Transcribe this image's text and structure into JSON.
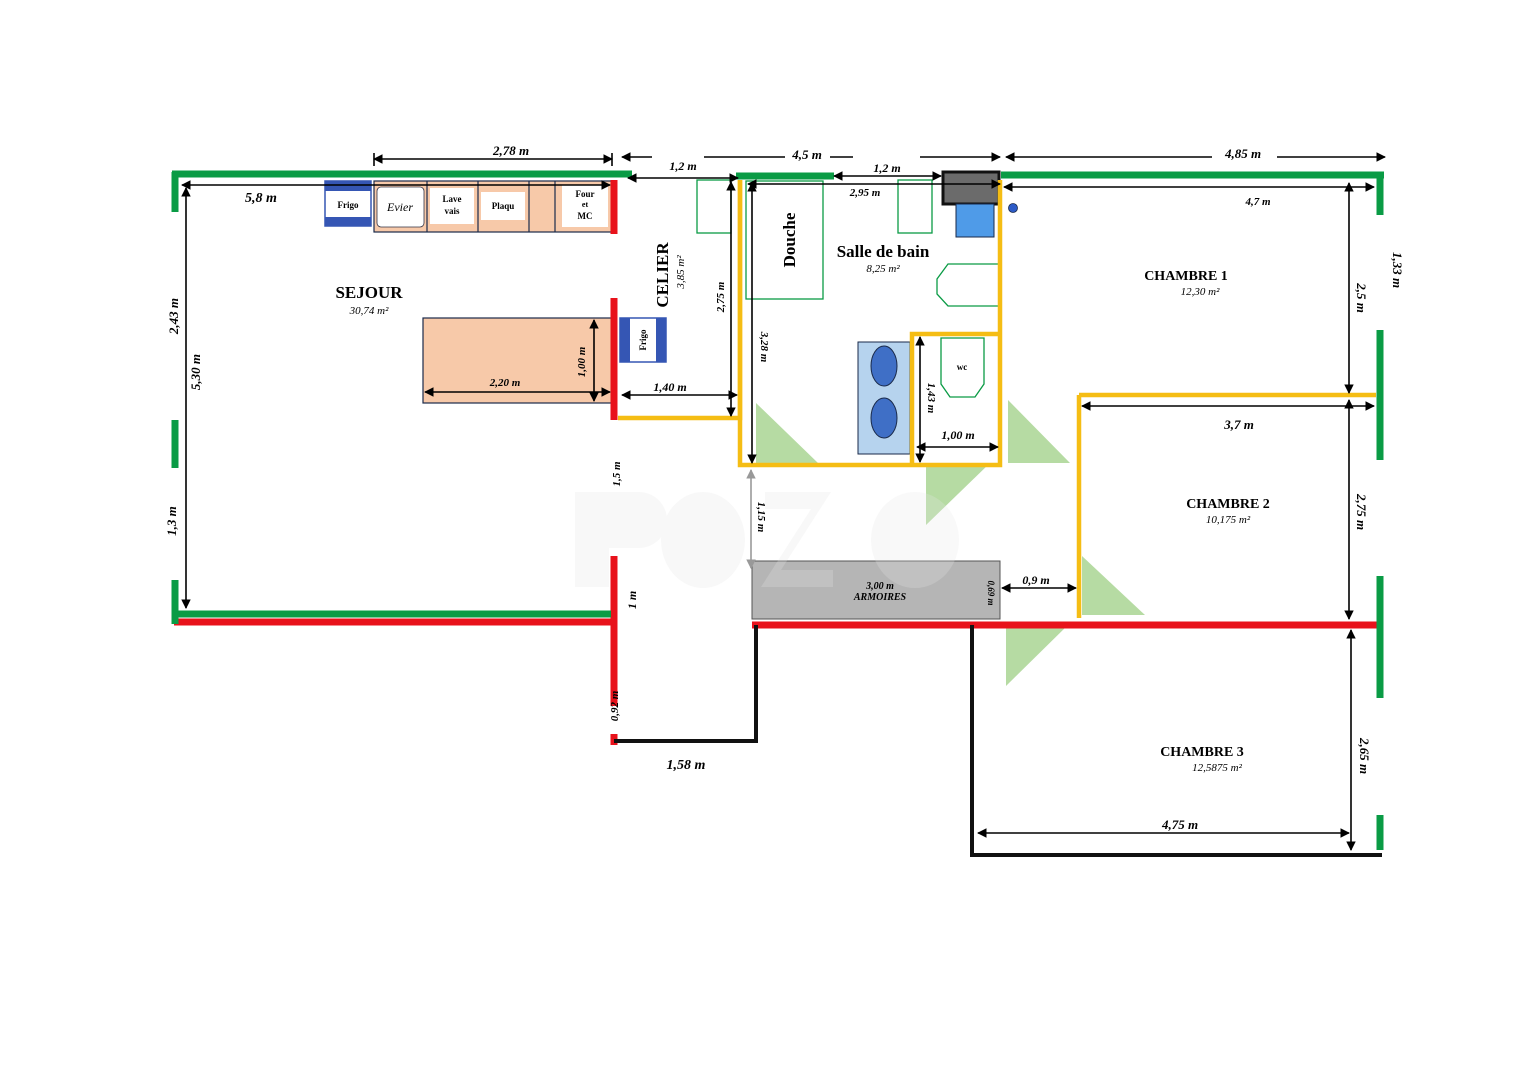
{
  "rooms": {
    "sejour": {
      "name": "SEJOUR",
      "area": "30,74 m²"
    },
    "celier": {
      "name": "CELIER",
      "area": "3,85 m²"
    },
    "salle_de_bain": {
      "name": "Salle de bain",
      "area": "8,25 m²"
    },
    "chambre1": {
      "name": "CHAMBRE 1",
      "area": "12,30 m²"
    },
    "chambre2": {
      "name": "CHAMBRE 2",
      "area": "10,175 m²"
    },
    "chambre3": {
      "name": "CHAMBRE 3",
      "area": "12,5875 m²"
    }
  },
  "fixtures": {
    "frigo_kitchen": "Frigo",
    "evier": "Evier",
    "lave_vais_1": "Lave",
    "lave_vais_2": "vais",
    "plaqu": "Plaqu",
    "four_1": "Four",
    "four_2": "et",
    "four_3": "MC",
    "frigo_celier": "Frigo",
    "douche": "Douche",
    "wc": "wc",
    "armoires": "ARMOIRES",
    "armoires_dim": "3,00 m"
  },
  "dimensions": {
    "d_2_78": "2,78 m",
    "d_1_2a": "1,2 m",
    "d_4_5": "4,5 m",
    "d_1_2b": "1,2 m",
    "d_4_85": "4,85 m",
    "d_5_8": "5,8 m",
    "d_2_95": "2,95 m",
    "d_4_7": "4,7 m",
    "d_1_33": "1,33 m",
    "d_2_43": "2,43 m",
    "d_5_30": "5,30 m",
    "d_2_75a": "2,75 m",
    "d_3_28": "3,28 m",
    "d_2_5": "2,5 m",
    "d_1_00v": "1,00 m",
    "d_2_20": "2,20 m",
    "d_1_40": "1,40 m",
    "d_1_43": "1,43 m",
    "d_1_00h": "1,00 m",
    "d_3_7": "3,7 m",
    "d_1_5": "1,5 m",
    "d_1_15": "1,15 m",
    "d_2_75b": "2,75 m",
    "d_1_3": "1,3 m",
    "d_0_69": "0,69 m",
    "d_0_9": "0,9 m",
    "d_1m": "1 m",
    "d_0_92": "0,92 m",
    "d_1_58": "1,58 m",
    "d_2_65": "2,65 m",
    "d_4_75": "4,75 m"
  },
  "colors": {
    "window": "#0a9b45",
    "load_wall": "#e8121b",
    "partition": "#f5bd14",
    "outer": "#111111",
    "kitchen": "#f7c9a9",
    "frigo": "#3556b4",
    "door": "#b6dba3",
    "bath": "#b6d3ee",
    "closet": "#b5b5b5"
  }
}
